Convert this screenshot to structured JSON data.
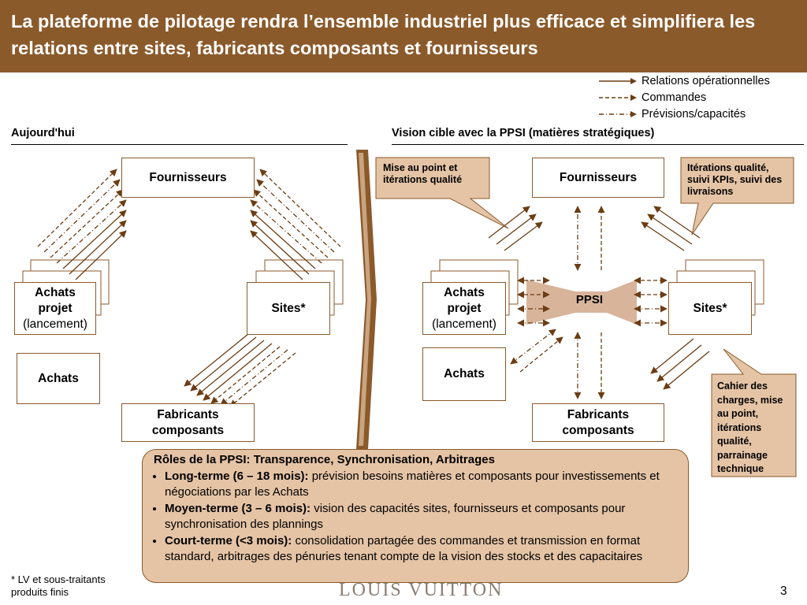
{
  "title": "La plateforme de pilotage rendra l’ensemble industriel plus efficace et simplifiera les relations entre sites, fabricants composants et fournisseurs",
  "legend": {
    "items": [
      {
        "label": "Relations opérationnelles",
        "style": "solid"
      },
      {
        "label": "Commandes",
        "style": "dashed"
      },
      {
        "label": "Prévisions/capacités",
        "style": "dashdot"
      }
    ]
  },
  "left": {
    "heading": "Aujourd'hui",
    "fournisseurs": "Fournisseurs",
    "achats_projet_line1": "Achats",
    "achats_projet_line2": "projet",
    "achats_projet_line3": "(lancement)",
    "achats": "Achats",
    "sites": "Sites*",
    "fabricants_line1": "Fabricants",
    "fabricants_line2": "composants"
  },
  "right": {
    "heading": "Vision cible avec la PPSI (matières stratégiques)",
    "fournisseurs": "Fournisseurs",
    "achats_projet_line1": "Achats",
    "achats_projet_line2": "projet",
    "achats_projet_line3": "(lancement)",
    "achats": "Achats",
    "sites": "Sites*",
    "fabricants_line1": "Fabricants",
    "fabricants_line2": "composants",
    "ppsi": "PPSI"
  },
  "callouts": {
    "mise_au_point": "Mise au point et itérations qualité",
    "iterations": "Itérations qualité, suivi KPIs, suivi des livraisons",
    "cahier": "Cahier des charges, mise au point, itérations qualité, parrainage technique"
  },
  "roles": {
    "heading": "Rôles de la PPSI: Transparence, Synchronisation, Arbitrages",
    "items": [
      {
        "term": "Long-terme (6 – 18 mois):",
        "text": " prévision besoins matières et composants pour investissements et négociations par les Achats"
      },
      {
        "term": "Moyen-terme (3 –  6 mois):",
        "text": " vision des capacités sites, fournisseurs et composants pour synchronisation des plannings"
      },
      {
        "term": "Court-terme (<3 mois):",
        "text": " consolidation partagée des commandes et transmission en format standard, arbitrages des pénuries tenant compte de la vision des stocks et des capacitaires"
      }
    ]
  },
  "footnote_line1": "* LV et sous-traitants",
  "footnote_line2": "produits finis",
  "brand": "LOUIS VUITTON",
  "page_number": "3",
  "colors": {
    "brand_brown": "#8b5a2b",
    "callout_fill": "#e5c4a6",
    "ppsi_fill": "#d8b49a",
    "arrow_dark": "#6b3d14"
  }
}
